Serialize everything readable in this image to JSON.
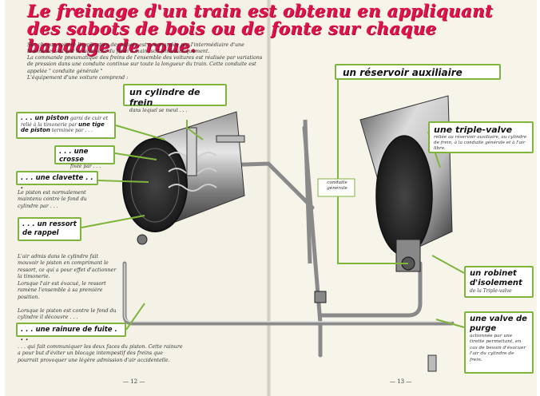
{
  "headline": "Le freinage d'un train est obtenu en appliquant des sabots de bois ou de fonte sur chaque bandage de roue.",
  "intro": {
    "p1": "Sur chaque voiture l'application des sabots est commandée par l'intermédiaire d'une timonerie, soit par la manivelle du frein à main, soit pneumatiquement.",
    "p2": "La commande pneumatique des freins de l'ensemble des voitures est réalisée par variations de pression dans une conduite continue sur toute la longueur du train. Cette conduite est appelée \" conduite générale \"",
    "p3": "L'équipement d'une voiture comprend :"
  },
  "labels": {
    "cylindre_title": "un cylindre de frein",
    "cylindre_sub": "dans lequel se meut . . .",
    "piston_title": ". . . un piston",
    "piston_text": "garni de cuir et relié à la timonerie par",
    "piston_tige": "une tige de piston",
    "piston_end": "terminée par . . .",
    "crosse_title": ". . . une crosse",
    "crosse_sub": "fixée par . . .",
    "clavette_title": ". . . une clavette . . .",
    "ressort_title": ". . . un ressort de rappel",
    "rainure_title": ". . . une rainure de fuite . . .",
    "reservoir_title": "un réservoir auxiliaire",
    "triple_title": "une triple-valve",
    "triple_sub": "reliée au réservoir auxiliaire, au cylindre de frein, à la conduite générale et à l'air libre.",
    "robinet_title": "un robinet d'isolement",
    "robinet_sub": "de la Triple-valve",
    "purge_title": "une valve de purge",
    "purge_sub": "actionnée par une tirette permettant, en cas de besoin d'évacuer l'air du cylindre de frein.",
    "conduite_tag": "conduite générale"
  },
  "left_text": {
    "piston_rest": "Le piston est normalement maintenu contre le fond du cylindre par . . .",
    "air_admis": "L'air admis dans le cylindre fait mouvoir le piston en comprimant le ressort, ce qui a pour effet d'actionner la timonerie.",
    "air_evacue": "Lorsque l'air est évacué, le ressort ramène l'ensemble à sa première position.",
    "piston_contre": "Lorsque le piston est contre le fond du cylindre il découvre . . .",
    "fuite": ". . . qui fait communiquer les deux faces du piston. Cette rainure a pour but d'éviter un blocage intempestif des freins que pourrait provoquer une légère admission d'air accidentelle."
  },
  "page_numbers": {
    "left": "— 12 —",
    "right": "— 13 —"
  },
  "colors": {
    "headline": "#e0124a",
    "box_border": "#7fb53c"
  }
}
